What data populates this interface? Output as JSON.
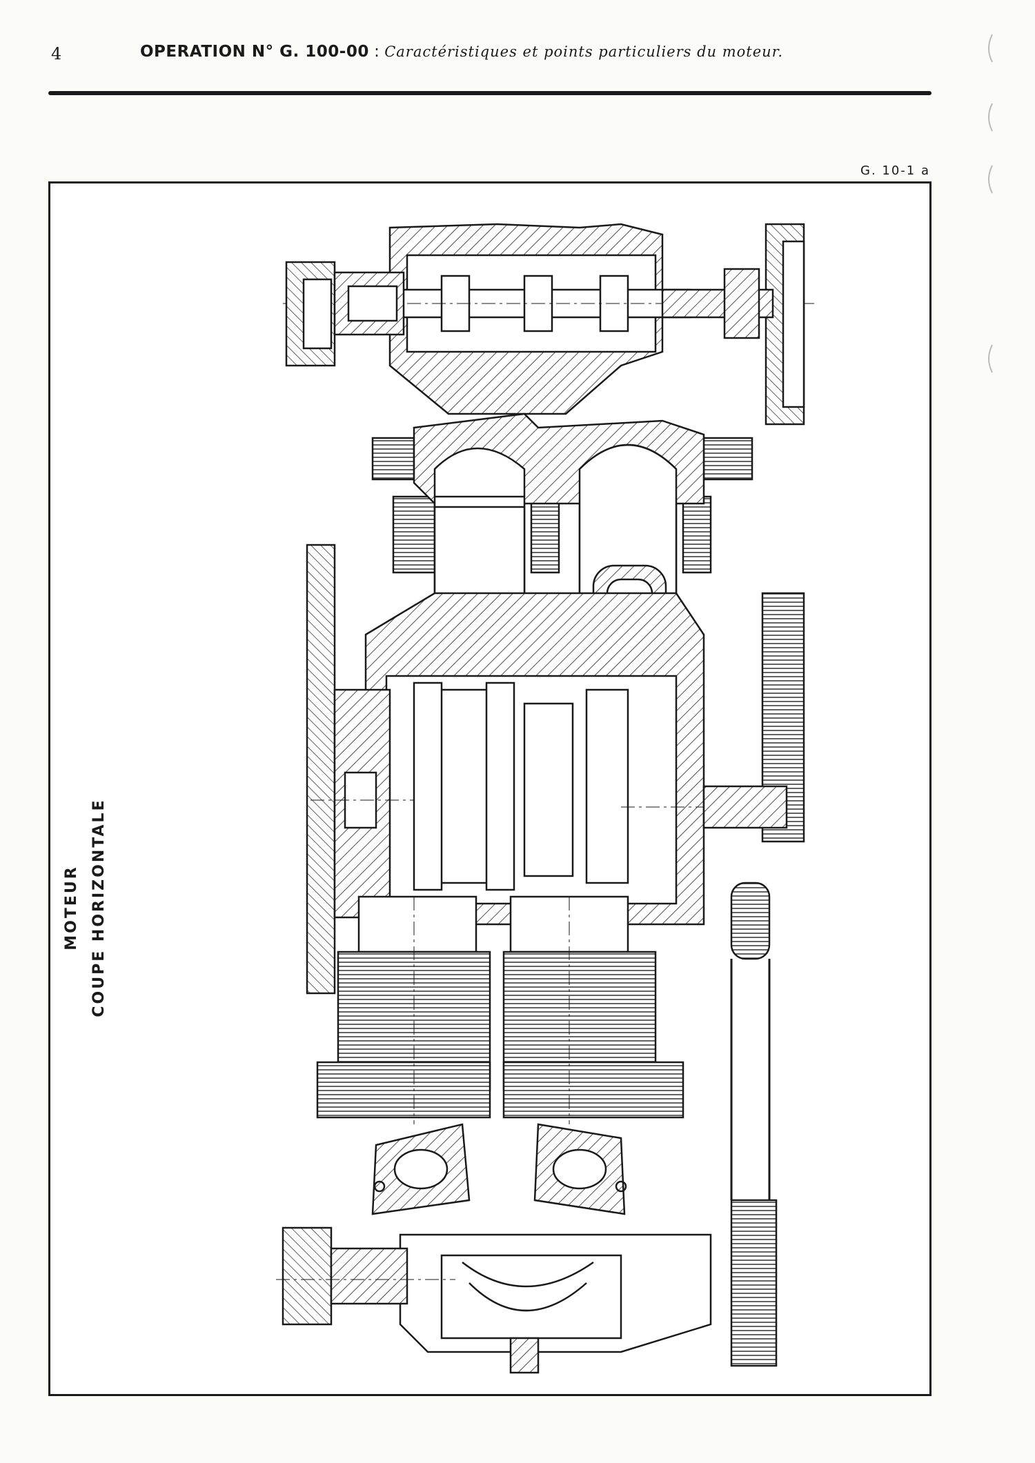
{
  "header": {
    "page_number": "4",
    "operation_label": "OPERATION N° G. 100-00",
    "separator": " : ",
    "operation_description": "Caractéristiques et points particuliers du moteur."
  },
  "figure": {
    "reference": "G. 10-1 a",
    "title_line1": "MOTEUR",
    "title_line2": "COUPE HORIZONTALE"
  }
}
